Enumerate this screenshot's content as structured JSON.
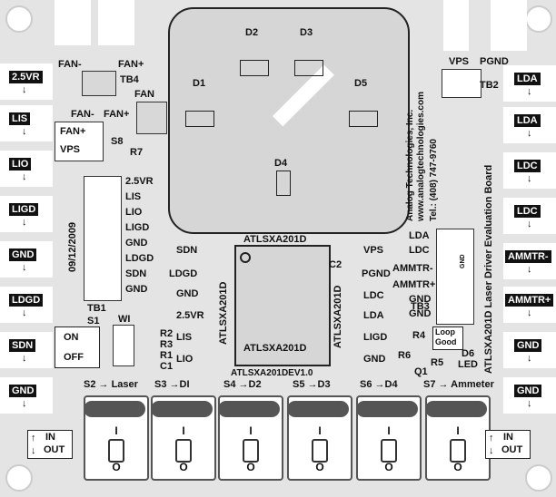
{
  "board": {
    "left_labels": [
      "2.5VR",
      "LIS",
      "LIO",
      "LIGD",
      "GND",
      "LDGD",
      "SDN",
      "GND"
    ],
    "right_labels": [
      "LDA",
      "LDA",
      "LDC",
      "LDC",
      "AMMTR-",
      "AMMTR+",
      "GND",
      "GND"
    ],
    "top_fan": {
      "minus": "FAN-",
      "plus": "FAN+",
      "fan": "FAN",
      "tb4": "TB4"
    },
    "tb8": {
      "fan_plus": "FAN+",
      "vps": "VPS",
      "fan_minus": "FAN-",
      "fan_plus2": "FAN+",
      "s8": "S8"
    },
    "date": "09/12/2009",
    "r7": "R7",
    "tb1": {
      "title": "TB1",
      "pins": [
        "2.5VR",
        "LIS",
        "LIO",
        "LIGD",
        "GND",
        "LDGD",
        "SDN",
        "GND"
      ]
    },
    "diodes": {
      "d1": "D1",
      "d2": "D2",
      "d3": "D3",
      "d4": "D4",
      "d5": "D5",
      "d6": "D6"
    },
    "chip": {
      "top": "ATLSXA201D",
      "bottom": "ATLSXA201D",
      "left": "ATLSXA201D",
      "right": "ATLSXA201D",
      "rev": "ATLSXA201DEV1.0",
      "c2": "C2"
    },
    "chip_left_pins": [
      "SDN",
      "LDGD",
      "GND",
      "2.5VR",
      "LIS",
      "LIO"
    ],
    "chip_right_pins": [
      "VPS",
      "PGND",
      "LDC",
      "LDA",
      "LIGD",
      "GND"
    ],
    "caps": {
      "r2": "R2",
      "r3": "R3",
      "r1": "R1",
      "c1": "C1"
    },
    "s1": {
      "on": "ON",
      "off": "OFF",
      "s1": "S1"
    },
    "w1": "WI",
    "company": {
      "name": "Analog Technologies, Inc.",
      "web": "www.analogtechnologies.com",
      "tel": "Tel.: (408) 747-9760"
    },
    "eval_title": "ATLSXA201D Laser Driver Evaluation Board",
    "tb2": {
      "vps": "VPS",
      "pgnd": "PGND",
      "title": "TB2"
    },
    "tb3": {
      "pins": [
        "LDA",
        "LDC",
        "AMMTR-",
        "AMMTR+",
        "GND",
        "GND"
      ],
      "title": "TB3",
      "gnd_small": "GND"
    },
    "r4": "R4",
    "r5": "R5",
    "r6": "R6",
    "q1": "Q1",
    "d6_led": "LED",
    "loop_good": [
      "Loop",
      "Good"
    ],
    "switch_captions": [
      "S2 → Laser",
      "S3 →DI",
      "S4 →D2",
      "S5 →D3",
      "S6 →D4",
      "S7 → Ammeter"
    ],
    "switch_top": "I",
    "switch_bottom": "O",
    "in_out_left": {
      "in": "IN",
      "out": "OUT"
    },
    "in_out_right": {
      "in": "IN",
      "out": "OUT"
    }
  }
}
